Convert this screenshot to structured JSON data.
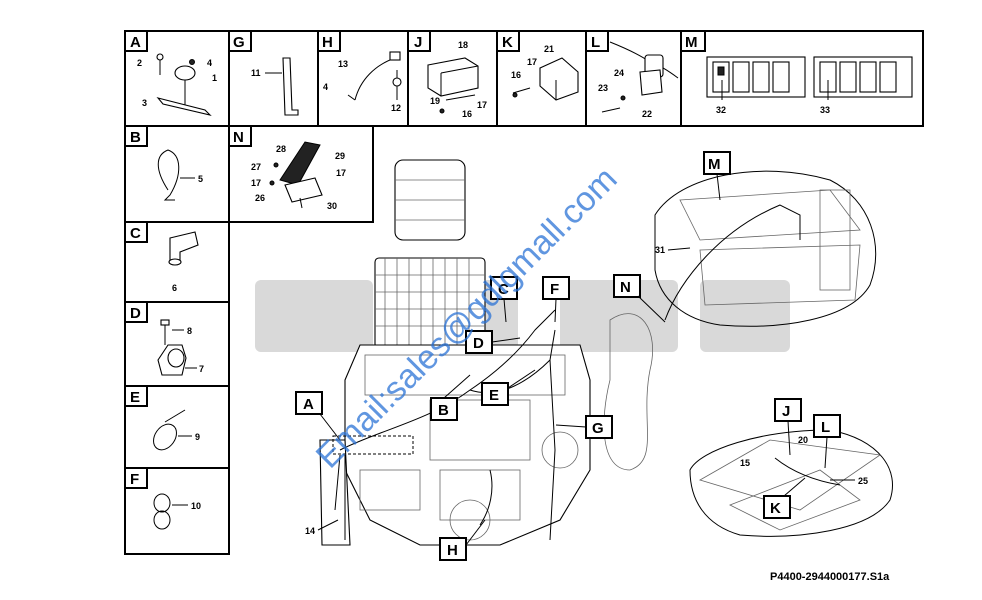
{
  "panels": [
    {
      "id": "A",
      "parts": [
        "2",
        "4",
        "1",
        "3"
      ]
    },
    {
      "id": "G",
      "parts": [
        "11"
      ]
    },
    {
      "id": "H",
      "parts": [
        "13",
        "4",
        "12"
      ]
    },
    {
      "id": "J",
      "parts": [
        "18",
        "19",
        "17",
        "16"
      ]
    },
    {
      "id": "K",
      "parts": [
        "21",
        "17",
        "16"
      ]
    },
    {
      "id": "L",
      "parts": [
        "24",
        "23",
        "22"
      ]
    },
    {
      "id": "M",
      "parts": [
        "32",
        "33"
      ]
    },
    {
      "id": "B",
      "parts": [
        "5"
      ]
    },
    {
      "id": "N",
      "parts": [
        "28",
        "29",
        "27",
        "17",
        "17",
        "26",
        "30"
      ]
    },
    {
      "id": "C",
      "parts": [
        "6"
      ]
    },
    {
      "id": "D",
      "parts": [
        "8",
        "7"
      ]
    },
    {
      "id": "E",
      "parts": [
        "9"
      ]
    },
    {
      "id": "F",
      "parts": [
        "10"
      ]
    }
  ],
  "callouts": [
    "C",
    "F",
    "D",
    "B",
    "E",
    "A",
    "G",
    "H",
    "M",
    "N",
    "J",
    "L",
    "K"
  ],
  "main_parts": [
    "14",
    "31",
    "20",
    "15",
    "25"
  ],
  "watermark": "Email:sales@gdlgmall.com",
  "drawing_code": "P4400-2944000177.S1a"
}
